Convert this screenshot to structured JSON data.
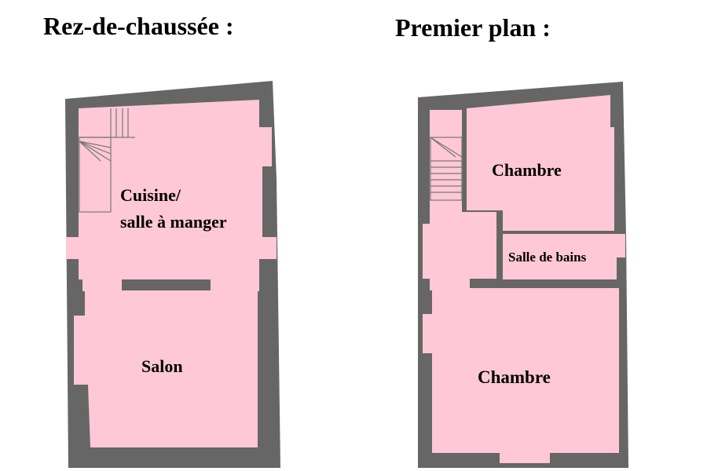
{
  "colors": {
    "wall": "#666666",
    "room": "#ffc8d7",
    "stair_line": "#777777"
  },
  "ground_floor": {
    "title": "Rez-de-chaussée :",
    "rooms": {
      "kitchen_line1": "Cuisine/",
      "kitchen_line2": "salle à manger",
      "living": "Salon"
    }
  },
  "first_floor": {
    "title": "Premier plan :",
    "rooms": {
      "bedroom_top": "Chambre",
      "bathroom": "Salle de bains",
      "bedroom_bottom": "Chambre"
    }
  }
}
